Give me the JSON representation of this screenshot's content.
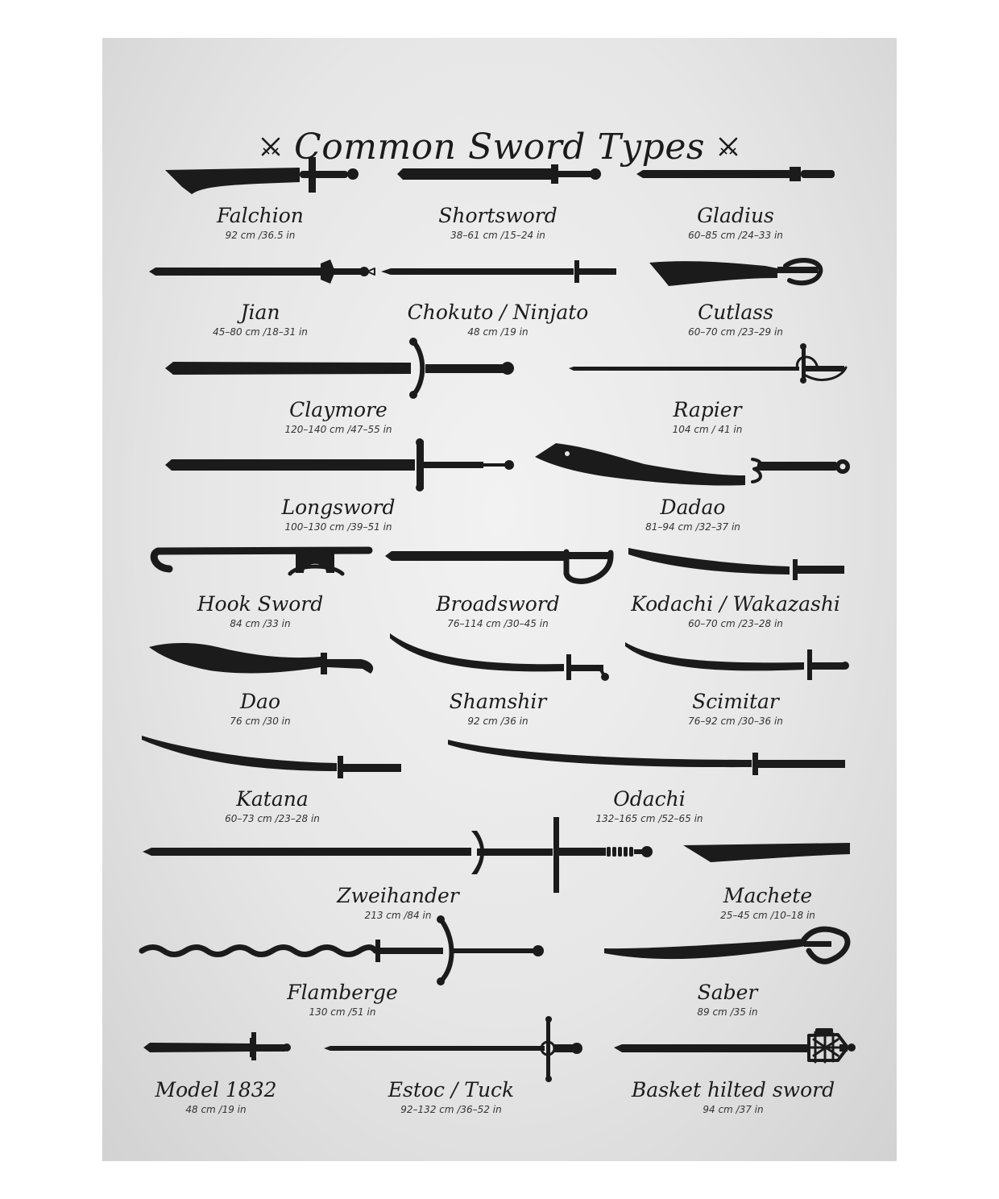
{
  "title": "Common Sword Types",
  "ink_color": "#1b1b1b",
  "title_ornament": "crossed-swords-icon",
  "swords": [
    {
      "id": "falchion",
      "name": "Falchion",
      "length": "92 cm /36.5 in",
      "icon": "falchion-icon"
    },
    {
      "id": "shortsword",
      "name": "Shortsword",
      "length": "38–61 cm /15–24 in",
      "icon": "shortsword-icon"
    },
    {
      "id": "gladius",
      "name": "Gladius",
      "length": "60–85 cm /24–33 in",
      "icon": "gladius-icon"
    },
    {
      "id": "jian",
      "name": "Jian",
      "length": "45–80 cm /18–31 in",
      "icon": "jian-icon"
    },
    {
      "id": "chokuto",
      "name": "Chokuto / Ninjato",
      "length": "48 cm /19 in",
      "icon": "chokuto-icon"
    },
    {
      "id": "cutlass",
      "name": "Cutlass",
      "length": "60–70 cm /23–29 in",
      "icon": "cutlass-icon"
    },
    {
      "id": "claymore",
      "name": "Claymore",
      "length": "120–140 cm /47–55 in",
      "icon": "claymore-icon"
    },
    {
      "id": "rapier",
      "name": "Rapier",
      "length": "104 cm / 41 in",
      "icon": "rapier-icon"
    },
    {
      "id": "longsword",
      "name": "Longsword",
      "length": "100–130 cm /39–51 in",
      "icon": "longsword-icon"
    },
    {
      "id": "dadao",
      "name": "Dadao",
      "length": "81–94 cm /32–37 in",
      "icon": "dadao-icon"
    },
    {
      "id": "hook-sword",
      "name": "Hook Sword",
      "length": "84 cm /33 in",
      "icon": "hook-sword-icon"
    },
    {
      "id": "broadsword",
      "name": "Broadsword",
      "length": "76–114 cm /30–45 in",
      "icon": "broadsword-icon"
    },
    {
      "id": "kodachi",
      "name": "Kodachi / Wakazashi",
      "length": "60–70 cm /23–28 in",
      "icon": "kodachi-icon"
    },
    {
      "id": "dao",
      "name": "Dao",
      "length": "76 cm /30 in",
      "icon": "dao-icon"
    },
    {
      "id": "shamshir",
      "name": "Shamshir",
      "length": "92 cm /36 in",
      "icon": "shamshir-icon"
    },
    {
      "id": "scimitar",
      "name": "Scimitar",
      "length": "76–92 cm /30–36 in",
      "icon": "scimitar-icon"
    },
    {
      "id": "katana",
      "name": "Katana",
      "length": "60–73 cm /23–28 in",
      "icon": "katana-icon"
    },
    {
      "id": "odachi",
      "name": "Odachi",
      "length": "132–165 cm /52–65 in",
      "icon": "odachi-icon"
    },
    {
      "id": "zweihander",
      "name": "Zweihander",
      "length": "213 cm /84 in",
      "icon": "zweihander-icon"
    },
    {
      "id": "machete",
      "name": "Machete",
      "length": "25–45 cm /10–18 in",
      "icon": "machete-icon"
    },
    {
      "id": "flamberge",
      "name": "Flamberge",
      "length": "130 cm /51 in",
      "icon": "flamberge-icon"
    },
    {
      "id": "saber",
      "name": "Saber",
      "length": "89 cm /35 in",
      "icon": "saber-icon"
    },
    {
      "id": "model-1832",
      "name": "Model 1832",
      "length": "48 cm /19 in",
      "icon": "model-1832-icon"
    },
    {
      "id": "estoc",
      "name": "Estoc / Tuck",
      "length": "92–132 cm /36–52 in",
      "icon": "estoc-icon"
    },
    {
      "id": "basket-hilted",
      "name": "Basket hilted sword",
      "length": "94 cm /37 in",
      "icon": "basket-hilted-sword-icon"
    }
  ]
}
